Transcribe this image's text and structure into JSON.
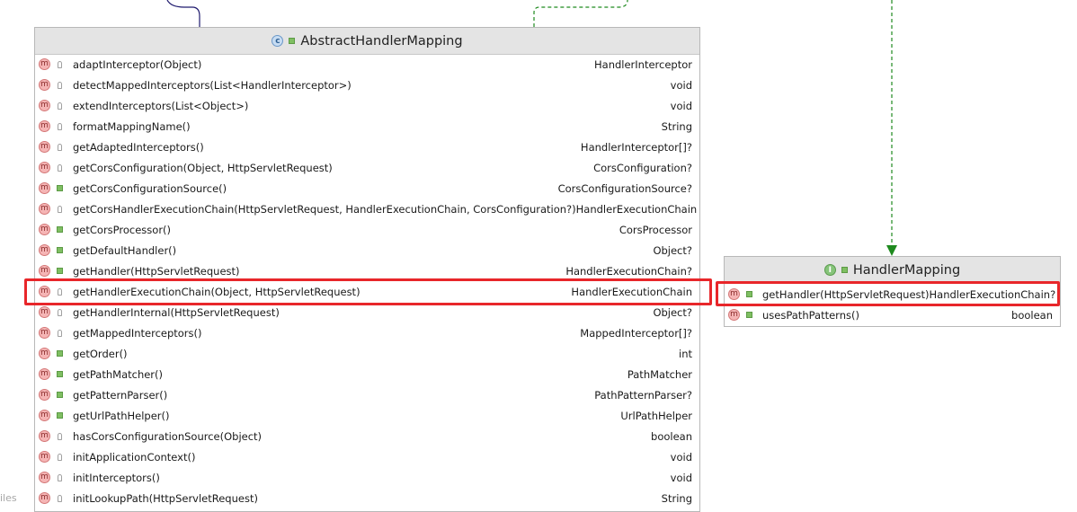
{
  "abstract_class": {
    "name": "AbstractHandlerMapping",
    "icon": "class-icon",
    "methods": [
      {
        "name": "adaptInterceptor(Object)",
        "type": "HandlerInterceptor",
        "visibility": "protected"
      },
      {
        "name": "detectMappedInterceptors(List<HandlerInterceptor>)",
        "type": "void",
        "visibility": "protected"
      },
      {
        "name": "extendInterceptors(List<Object>)",
        "type": "void",
        "visibility": "protected"
      },
      {
        "name": "formatMappingName()",
        "type": "String",
        "visibility": "protected"
      },
      {
        "name": "getAdaptedInterceptors()",
        "type": "HandlerInterceptor[]?",
        "visibility": "protected"
      },
      {
        "name": "getCorsConfiguration(Object, HttpServletRequest)",
        "type": "CorsConfiguration?",
        "visibility": "protected"
      },
      {
        "name": "getCorsConfigurationSource()",
        "type": "CorsConfigurationSource?",
        "visibility": "public"
      },
      {
        "name": "getCorsHandlerExecutionChain(HttpServletRequest, HandlerExecutionChain, CorsConfiguration?)",
        "type": "HandlerExecutionChain",
        "visibility": "protected"
      },
      {
        "name": "getCorsProcessor()",
        "type": "CorsProcessor",
        "visibility": "public"
      },
      {
        "name": "getDefaultHandler()",
        "type": "Object?",
        "visibility": "public"
      },
      {
        "name": "getHandler(HttpServletRequest)",
        "type": "HandlerExecutionChain?",
        "visibility": "public"
      },
      {
        "name": "getHandlerExecutionChain(Object, HttpServletRequest)",
        "type": "HandlerExecutionChain",
        "visibility": "protected"
      },
      {
        "name": "getHandlerInternal(HttpServletRequest)",
        "type": "Object?",
        "visibility": "protected"
      },
      {
        "name": "getMappedInterceptors()",
        "type": "MappedInterceptor[]?",
        "visibility": "protected"
      },
      {
        "name": "getOrder()",
        "type": "int",
        "visibility": "public"
      },
      {
        "name": "getPathMatcher()",
        "type": "PathMatcher",
        "visibility": "public"
      },
      {
        "name": "getPatternParser()",
        "type": "PathPatternParser?",
        "visibility": "public"
      },
      {
        "name": "getUrlPathHelper()",
        "type": "UrlPathHelper",
        "visibility": "public"
      },
      {
        "name": "hasCorsConfigurationSource(Object)",
        "type": "boolean",
        "visibility": "protected"
      },
      {
        "name": "initApplicationContext()",
        "type": "void",
        "visibility": "protected"
      },
      {
        "name": "initInterceptors()",
        "type": "void",
        "visibility": "protected"
      },
      {
        "name": "initLookupPath(HttpServletRequest)",
        "type": "String",
        "visibility": "protected"
      }
    ],
    "highlighted_method_index": 11
  },
  "interface": {
    "name": "HandlerMapping",
    "icon": "interface-icon",
    "methods": [
      {
        "name": "getHandler(HttpServletRequest)",
        "type": "HandlerExecutionChain?",
        "visibility": "public"
      },
      {
        "name": "usesPathPatterns()",
        "type": "boolean",
        "visibility": "public"
      }
    ],
    "highlighted_method_index": 0
  },
  "method_icon_letter": "m",
  "class_icon_letter": "c",
  "interface_icon_letter": "I",
  "footer_fragment": "iles",
  "colors": {
    "highlight": "#e8262a",
    "inherit_line": "#1f1a6e",
    "implements_line": "#1e8a1e"
  }
}
